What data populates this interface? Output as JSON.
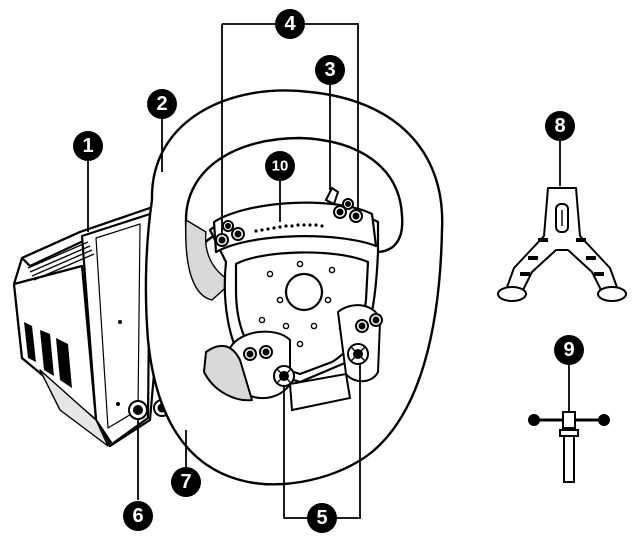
{
  "callouts": [
    {
      "id": "1",
      "label": "1"
    },
    {
      "id": "2",
      "label": "2"
    },
    {
      "id": "3",
      "label": "3"
    },
    {
      "id": "4",
      "label": "4"
    },
    {
      "id": "5",
      "label": "5"
    },
    {
      "id": "6",
      "label": "6"
    },
    {
      "id": "7",
      "label": "7"
    },
    {
      "id": "8",
      "label": "8"
    },
    {
      "id": "9",
      "label": "9"
    },
    {
      "id": "10",
      "label": "10"
    }
  ],
  "colors": {
    "ink": "#000000",
    "paper": "#ffffff",
    "shade": "#d9d9d9"
  }
}
